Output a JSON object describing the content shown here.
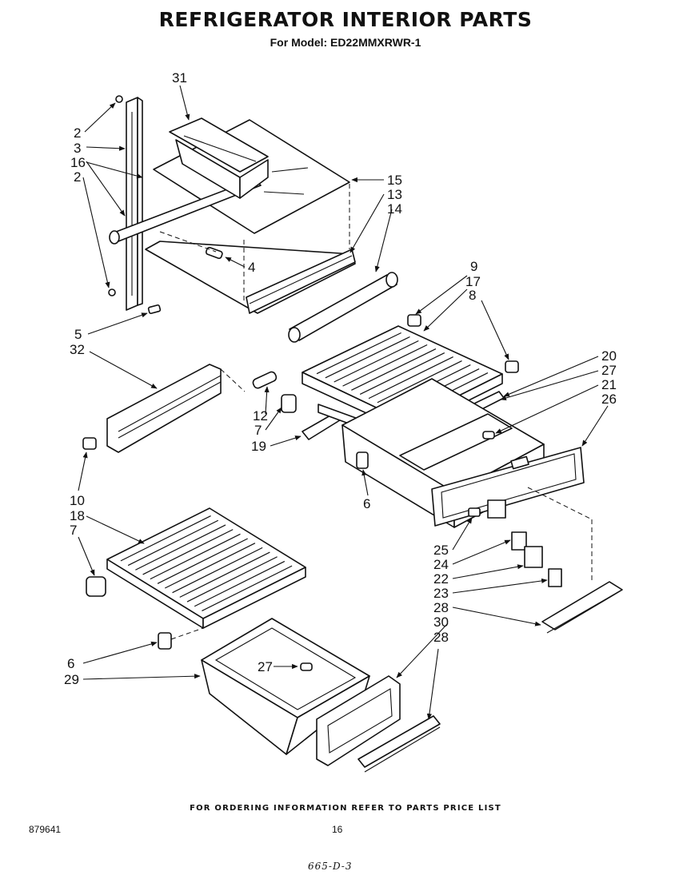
{
  "header": {
    "title": "REFRIGERATOR INTERIOR PARTS",
    "model": "For Model: ED22MMXRWR-1"
  },
  "footer": {
    "note": "FOR ORDERING INFORMATION REFER TO PARTS PRICE LIST",
    "doc_number": "879641",
    "page_number": "16",
    "handwritten": "665-D-3"
  },
  "callouts": {
    "c31": "31",
    "c2a": "2",
    "c3": "3",
    "c16": "16",
    "c2b": "2",
    "c15": "15",
    "c13": "13",
    "c14": "14",
    "c4": "4",
    "c5": "5",
    "c32": "32",
    "c12": "12",
    "c7a": "7",
    "c19": "19",
    "c9": "9",
    "c17": "17",
    "c8": "8",
    "c20": "20",
    "c27a": "27",
    "c21": "21",
    "c26": "26",
    "c6a": "6",
    "c10": "10",
    "c18": "18",
    "c7b": "7",
    "c25": "25",
    "c24": "24",
    "c22": "22",
    "c23": "23",
    "c28a": "28",
    "c30": "30",
    "c28b": "28",
    "c6b": "6",
    "c29": "29",
    "c27b": "27"
  }
}
